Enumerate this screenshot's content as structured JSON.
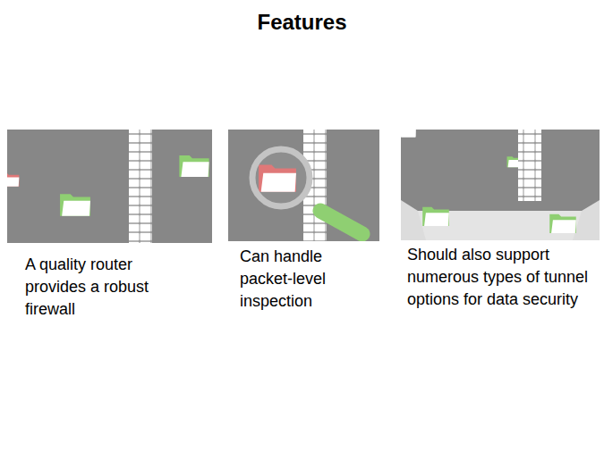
{
  "diagram": {
    "title": "Features",
    "labels": [
      "A quality router provides a robust firewall",
      "Can handle packet-level inspection",
      "Should also support numerous types of tunnel options for data security"
    ]
  }
}
